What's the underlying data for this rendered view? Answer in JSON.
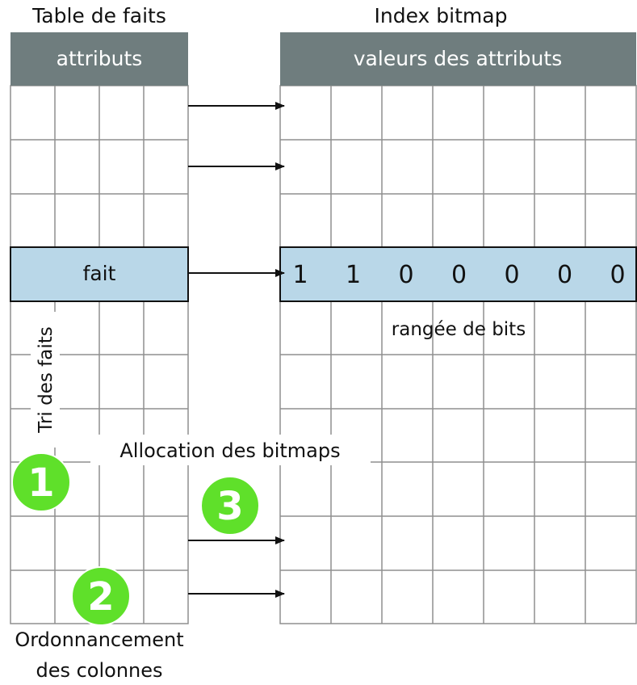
{
  "fact_table": {
    "title": "Table de faits",
    "header": "attributs",
    "highlight_row": "fait"
  },
  "bitmap_index": {
    "title": "Index bitmap",
    "header": "valeurs des attributs",
    "bits": [
      "1",
      "1",
      "0",
      "0",
      "0",
      "0",
      "0"
    ],
    "bits_caption": "rangée de bits"
  },
  "labels": {
    "sort": "Tri des faits",
    "allocation": "Allocation des bitmaps",
    "ordering_line1": "Ordonnancement",
    "ordering_line2": "des colonnes"
  },
  "badges": [
    "1",
    "2",
    "3"
  ],
  "colors": {
    "header_fill": "#6f7d7e",
    "highlight_fill": "#b9d7e8",
    "badge_fill": "#5fe02a",
    "grid_line": "#8f8f8f"
  }
}
